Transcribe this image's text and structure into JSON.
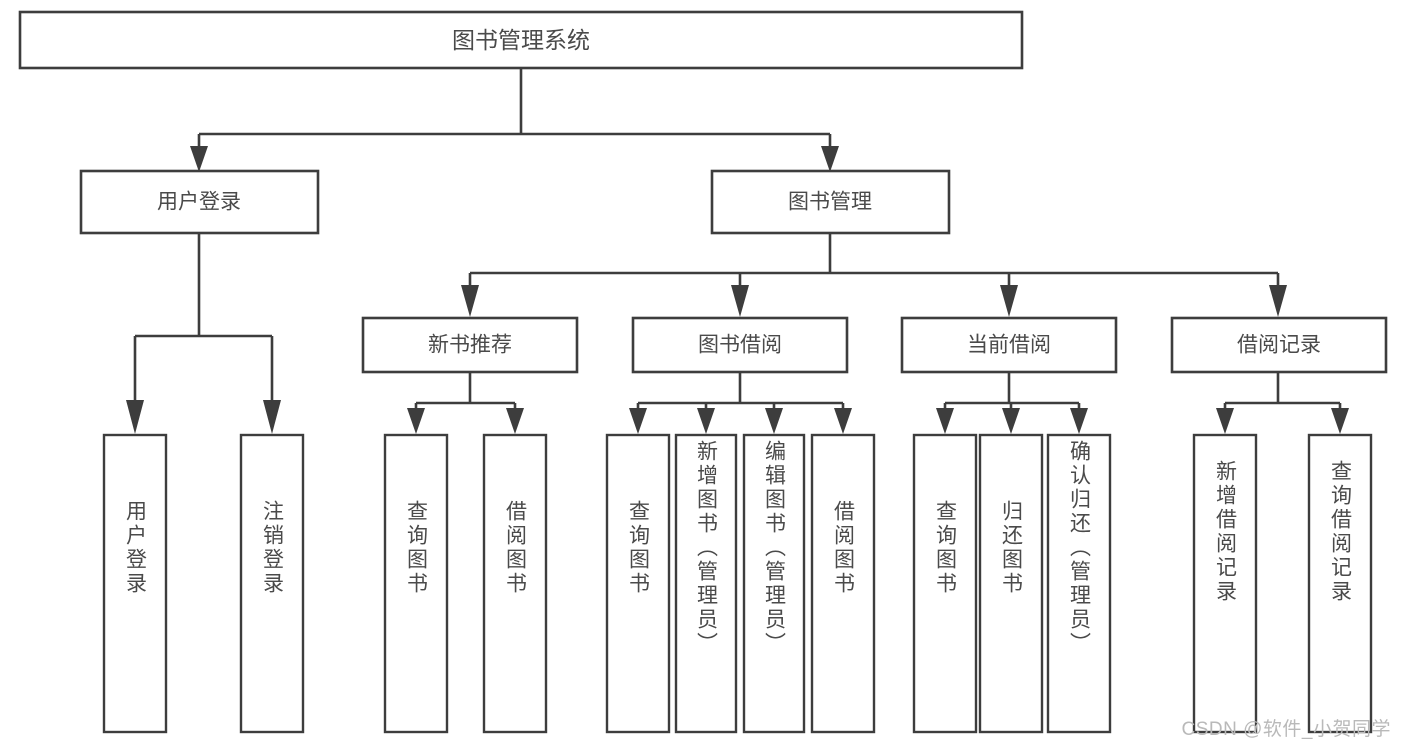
{
  "diagram": {
    "type": "tree",
    "title": "图书管理系统",
    "root": {
      "label": "图书管理系统"
    },
    "level1": [
      {
        "label": "用户登录"
      },
      {
        "label": "图书管理"
      }
    ],
    "level2": [
      {
        "label": "新书推荐"
      },
      {
        "label": "图书借阅"
      },
      {
        "label": "当前借阅"
      },
      {
        "label": "借阅记录"
      }
    ],
    "leaves": {
      "user_login": [
        {
          "label": "用户登录"
        },
        {
          "label": "注销登录"
        }
      ],
      "new_book_recommend": [
        {
          "label": "查询图书"
        },
        {
          "label": "借阅图书"
        }
      ],
      "book_borrow": [
        {
          "label": "查询图书"
        },
        {
          "label": "新增图书（管理员）"
        },
        {
          "label": "编辑图书（管理员）"
        },
        {
          "label": "借阅图书"
        }
      ],
      "current_borrow": [
        {
          "label": "查询图书"
        },
        {
          "label": "归还图书"
        },
        {
          "label": "确认归还（管理员）"
        }
      ],
      "borrow_record": [
        {
          "label": "新增借阅记录"
        },
        {
          "label": "查询借阅记录"
        }
      ]
    }
  },
  "watermark": {
    "text": "CSDN @软件_小贺同学"
  },
  "colors": {
    "box_border": "#3d3d3d",
    "box_fill": "#ffffff",
    "text": "#4a4a4a",
    "link": "#3d3d3d",
    "watermark": "#b9b9b9",
    "background": "#ffffff"
  }
}
